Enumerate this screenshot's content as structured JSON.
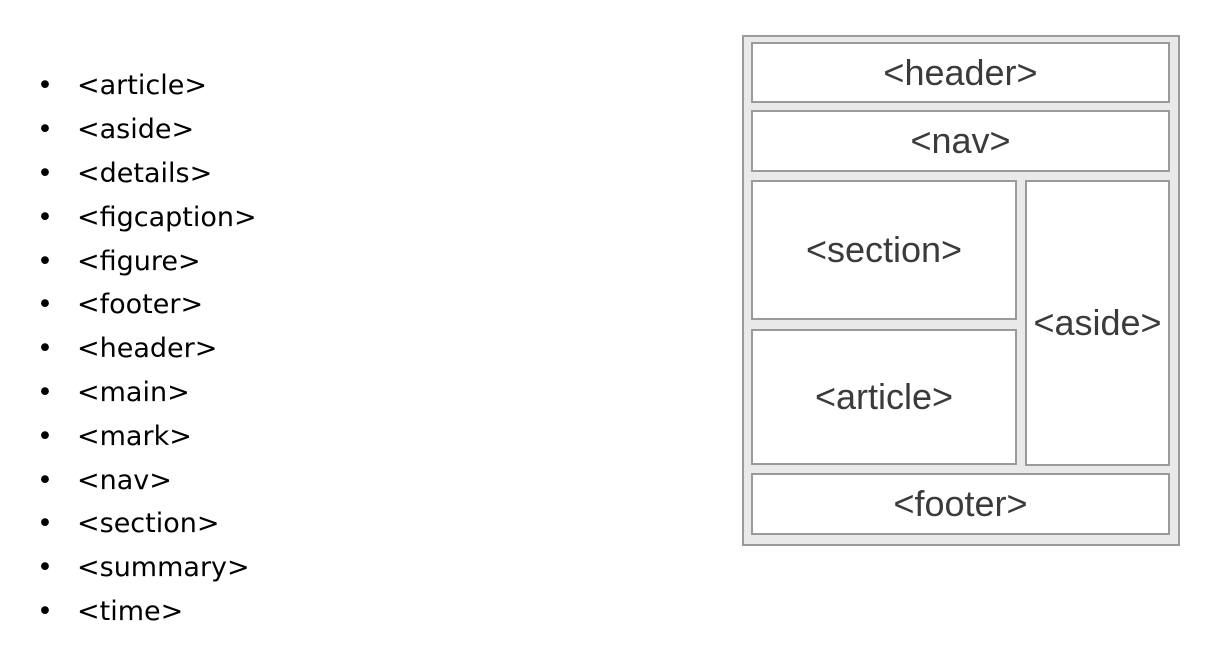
{
  "icons": {
    "bullet": "•"
  },
  "colors": {
    "page_background": "#ffffff",
    "list_text": "#000000",
    "diagram_background": "#e9e9e9",
    "diagram_border": "#9a9a9a",
    "box_fill": "#ffffff",
    "box_border": "#9a9a9a",
    "diagram_text": "#3b3b3b"
  },
  "element_list": {
    "items": [
      "<article>",
      "<aside>",
      "<details>",
      "<figcaption>",
      "<figure>",
      "<footer>",
      "<header>",
      "<main>",
      "<mark>",
      "<nav>",
      "<section>",
      "<summary>",
      "<time>"
    ]
  },
  "diagram": {
    "boxes": [
      {
        "id": "header",
        "label": "<header>"
      },
      {
        "id": "nav",
        "label": "<nav>"
      },
      {
        "id": "section",
        "label": "<section>"
      },
      {
        "id": "article",
        "label": "<article>"
      },
      {
        "id": "aside",
        "label": "<aside>"
      },
      {
        "id": "footer",
        "label": "<footer>"
      }
    ]
  }
}
